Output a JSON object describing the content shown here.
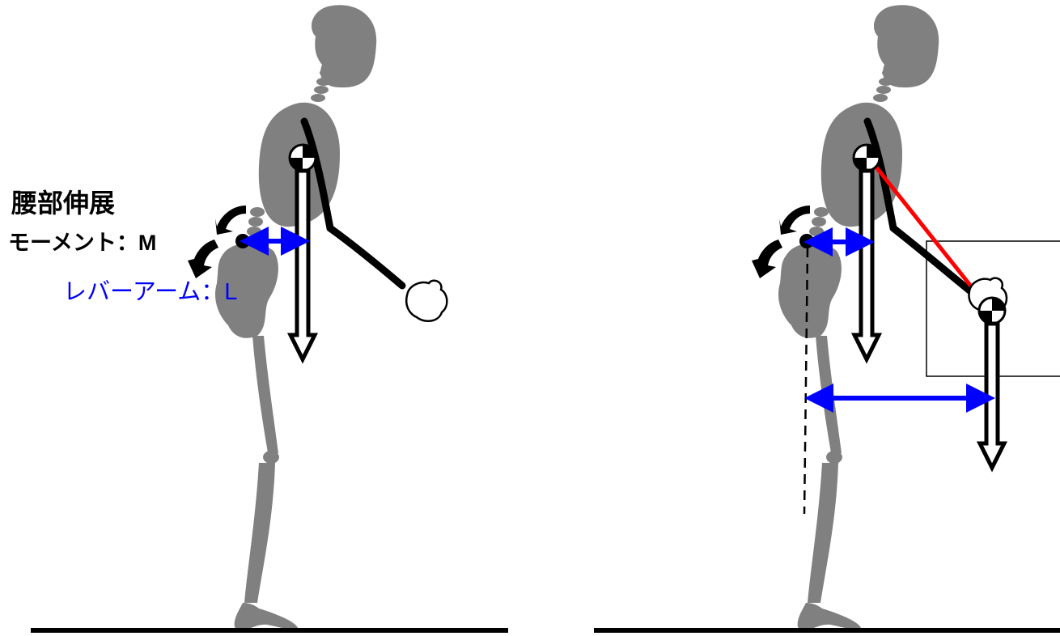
{
  "labels": {
    "title": "腰部伸展",
    "moment": "モーメント：M",
    "lever_arm": "レバーアーム：L"
  },
  "colors": {
    "body": "#808080",
    "skeleton": "#000000",
    "lever_arrow": "#0000ff",
    "load_line": "#ff0000",
    "background": "#ffffff",
    "ground": "#000000"
  },
  "figures": [
    {
      "name": "without-load",
      "holds_box": false
    },
    {
      "name": "with-load",
      "holds_box": true
    }
  ]
}
